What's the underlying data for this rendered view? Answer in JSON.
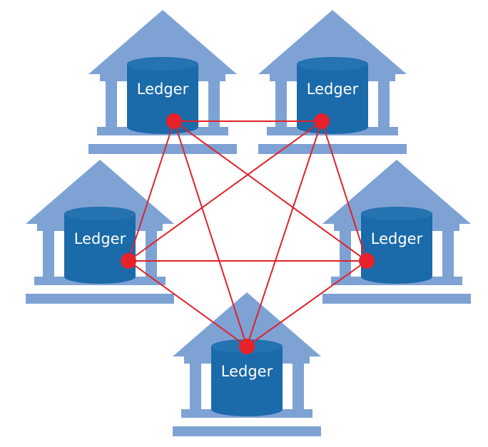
{
  "diagram": {
    "nodes": [
      {
        "id": "top-left",
        "label": "Ledger"
      },
      {
        "id": "top-right",
        "label": "Ledger"
      },
      {
        "id": "middle-left",
        "label": "Ledger"
      },
      {
        "id": "middle-right",
        "label": "Ledger"
      },
      {
        "id": "bottom",
        "label": "Ledger"
      }
    ],
    "connections": [
      [
        "top-left",
        "top-right"
      ],
      [
        "top-left",
        "middle-left"
      ],
      [
        "top-left",
        "middle-right"
      ],
      [
        "top-left",
        "bottom"
      ],
      [
        "top-right",
        "middle-left"
      ],
      [
        "top-right",
        "middle-right"
      ],
      [
        "top-right",
        "bottom"
      ],
      [
        "middle-left",
        "middle-right"
      ],
      [
        "middle-left",
        "bottom"
      ],
      [
        "middle-right",
        "bottom"
      ]
    ],
    "colors": {
      "building": "#7ea2d4",
      "ledger_drum": "#1b6aaa",
      "connection": "#e0222b",
      "node_dot": "#e8222b",
      "label_text": "#ffffff"
    }
  }
}
